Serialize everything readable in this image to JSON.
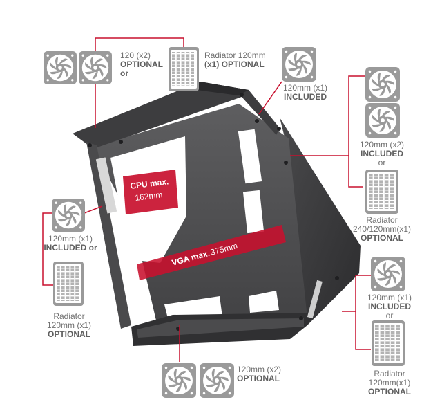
{
  "colors": {
    "accent_red": "#c8102e",
    "chassis_dark": "#3b3b3d",
    "chassis_light": "#5a5a5c",
    "icon_grey": "#9a9a9a",
    "text_grey": "#707070"
  },
  "icons": {
    "fan": "fan-icon",
    "radiator": "radiator-icon"
  },
  "top": {
    "fans_line1": "120 (x2)",
    "fans_line2": "OPTIONAL",
    "fans_line3": "or",
    "rad_line1": "Radiator 120mm",
    "rad_line2": "(x1) OPTIONAL"
  },
  "rear_top": {
    "line1": "120mm (x1)",
    "line2": "INCLUDED"
  },
  "right_top": {
    "fans_line1": "120mm (x2)",
    "fans_line2": "INCLUDED",
    "fans_line3": "or",
    "rad_line1": "Radiator",
    "rad_line2": "240/120mm(x1)",
    "rad_line3": "OPTIONAL"
  },
  "left": {
    "fan_line1": "120mm (x1)",
    "fan_line2": "INCLUDED or",
    "rad_line1": "Radiator",
    "rad_line2": "120mm (x1)",
    "rad_line3": "OPTIONAL"
  },
  "right_bottom": {
    "fan_line1": "120mm (x1)",
    "fan_line2": "INCLUDED",
    "fan_line3": "or",
    "rad_line1": "Radiator",
    "rad_line2": "120mm(x1)",
    "rad_line3": "OPTIONAL"
  },
  "bottom": {
    "line1": "120mm (x2)",
    "line2": "OPTIONAL"
  },
  "cpu_label": {
    "prefix": "CPU max.",
    "value": "162mm"
  },
  "vga_label": {
    "prefix": "VGA max.",
    "value": "375mm"
  }
}
